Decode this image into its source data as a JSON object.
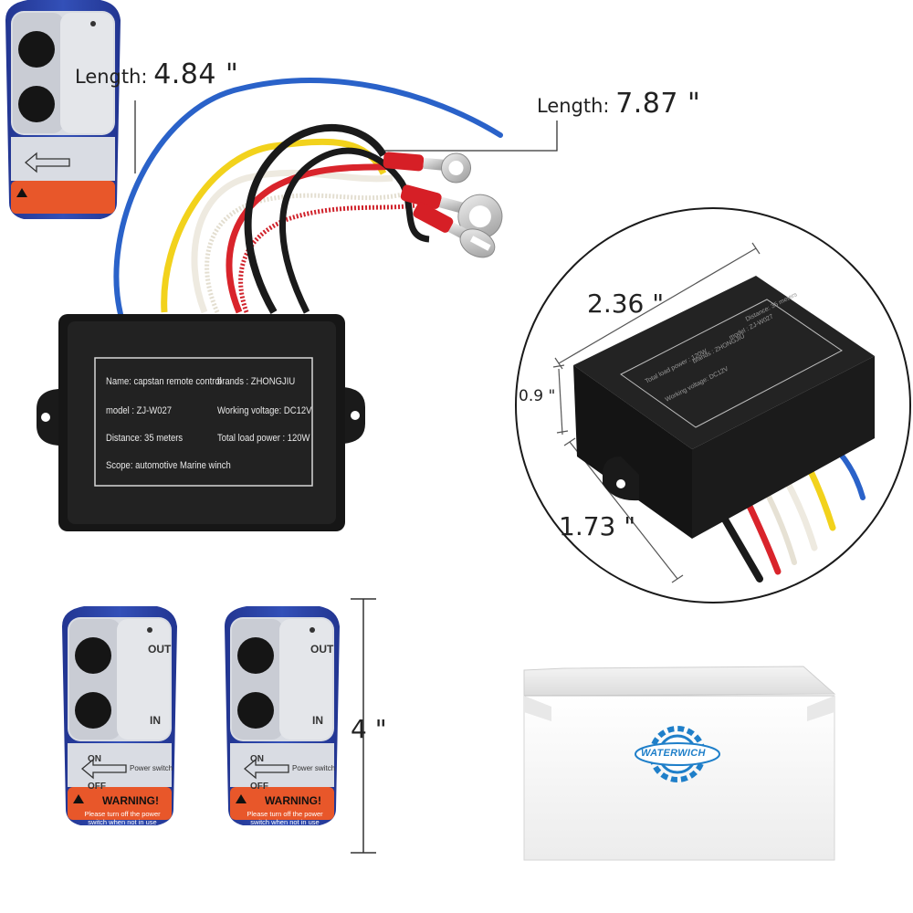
{
  "dimensions": {
    "length_1": {
      "prefix": "Length: ",
      "value": "4.84 \""
    },
    "length_2": {
      "prefix": "Length: ",
      "value": "7.87 \""
    },
    "receiver_width": "2.36 \"",
    "receiver_height": "0.9 \"",
    "receiver_depth": "1.73 \"",
    "remote_height": "4 \""
  },
  "receiver_label": {
    "name": "Name: capstan remote control",
    "brands": "brands : ZHONGJIU",
    "model": "model : ZJ-W027",
    "voltage": "Working voltage: DC12V",
    "distance": "Distance: 35 meters",
    "load": "Total load power : 120W",
    "scope": "Scope: automotive Marine winch"
  },
  "remote": {
    "out_label": "OUT",
    "in_label": "IN",
    "on_label": "ON",
    "off_label": "OFF",
    "power_switch": "Power switch",
    "warning_title": "WARNING!",
    "warning_text": "Please turn off the power switch when not in use"
  },
  "box": {
    "brand": "WATERWICH"
  },
  "colors": {
    "wire_blue": "#2a62c9",
    "wire_yellow": "#f2d21c",
    "wire_red": "#d9242b",
    "wire_white": "#eeeae0",
    "wire_black": "#1a1a1a",
    "remote_blue": "#2b3f9e",
    "warning_orange": "#e8572a",
    "brand_blue": "#1f7fc9"
  },
  "icons": [
    "arrow-left-icon",
    "gear-logo-icon",
    "warning-triangle-icon"
  ]
}
